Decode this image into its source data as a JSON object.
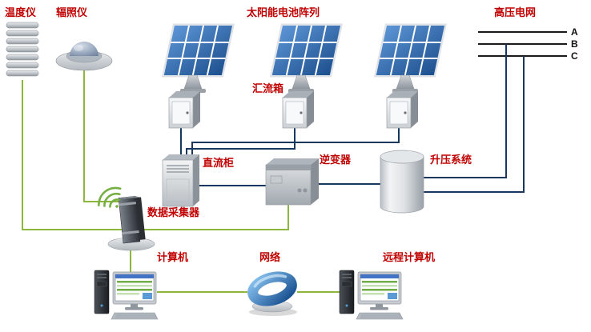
{
  "diagram": {
    "labels": {
      "temperature_meter": "温度仪",
      "irradiance_meter": "辐照仪",
      "solar_array": "太阳能电池阵列",
      "combiner_box": "汇流箱",
      "hv_grid": "高压电网",
      "phase_a": "A",
      "phase_b": "B",
      "phase_c": "C",
      "dc_cabinet": "直流柜",
      "inverter": "逆变器",
      "boost_system": "升压系统",
      "data_collector": "数据采集器",
      "computer": "计算机",
      "network": "网络",
      "remote_computer": "远程计算机"
    },
    "colors": {
      "label": "#c00000",
      "phase_label": "#111111",
      "wire_dc": "#17375e",
      "wire_data": "#8db63c",
      "grid_line": "#1a1a1a",
      "panel_cell": "#2e6db4",
      "wifi_green": "#76b043"
    }
  }
}
